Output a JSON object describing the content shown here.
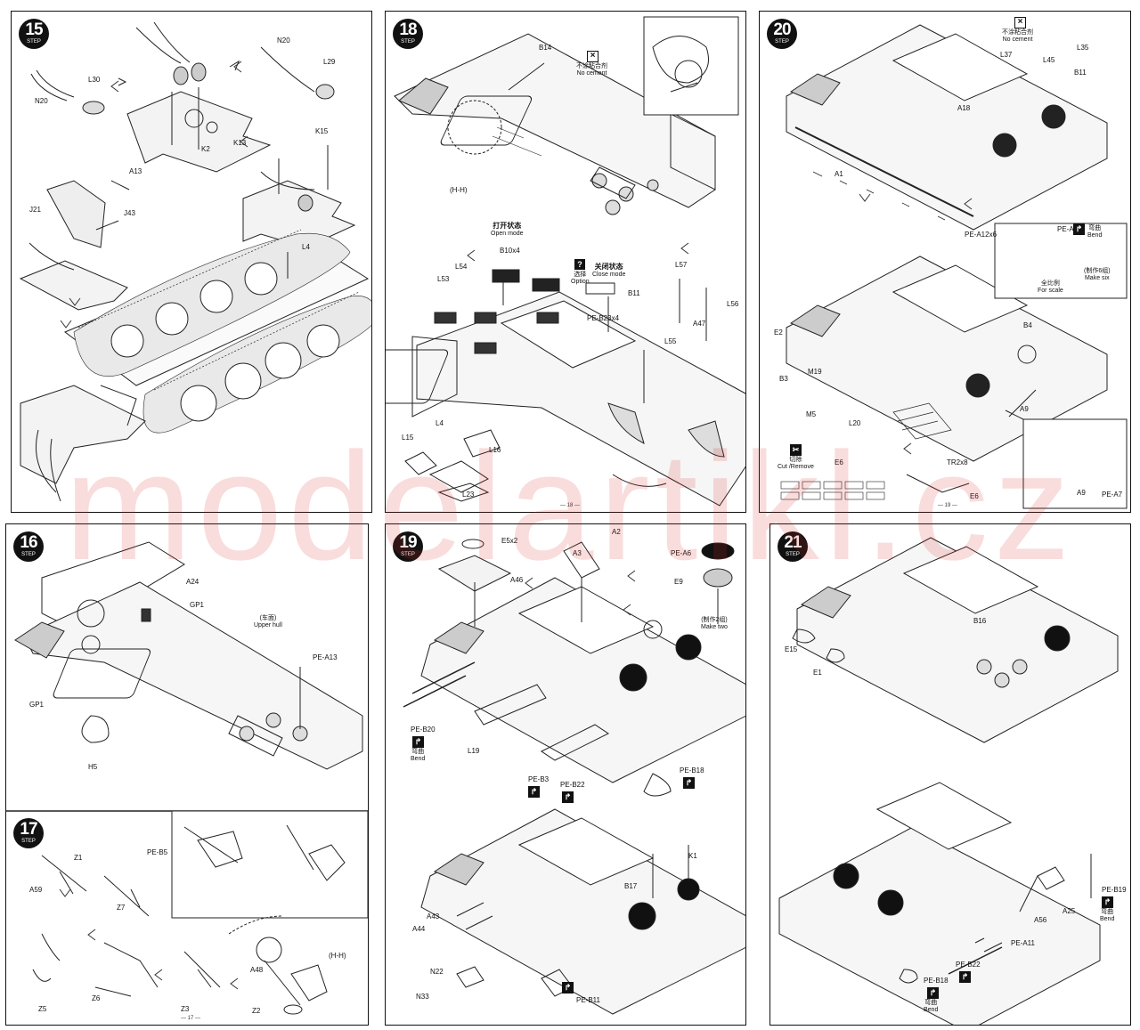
{
  "watermark": "modelartikl.cz",
  "steps": [
    {
      "num": "15",
      "label": "STEP"
    },
    {
      "num": "18",
      "label": "STEP"
    },
    {
      "num": "20",
      "label": "STEP"
    },
    {
      "num": "16",
      "label": "STEP"
    },
    {
      "num": "19",
      "label": "STEP"
    },
    {
      "num": "21",
      "label": "STEP"
    },
    {
      "num": "17",
      "label": "STEP"
    }
  ],
  "step15": {
    "parts": [
      "L30",
      "N20",
      "N20",
      "L29",
      "K2",
      "K13",
      "K15",
      "A13",
      "J21",
      "J43",
      "L4"
    ]
  },
  "step16": {
    "parts": [
      "A24",
      "GP1",
      "GP1",
      "PE-A13",
      "H5"
    ],
    "upper_hull_cn": "(车面)",
    "upper_hull_en": "Upper hull"
  },
  "step17": {
    "parts": [
      "A59",
      "Z1",
      "PE-B5",
      "Z7",
      "Z5",
      "Z6",
      "Z3",
      "A48",
      "Z2"
    ],
    "callout": "(H-H)"
  },
  "step18": {
    "parts": [
      "B14",
      "L54",
      "L53",
      "B11",
      "PE-B23x4",
      "L57",
      "A47",
      "L56",
      "L55",
      "L15",
      "L4",
      "L16",
      "L23"
    ],
    "no_cement_cn": "不涂粘合剂",
    "no_cement_en": "No cement",
    "hh": "(H-H)",
    "open_cn": "打开状态",
    "open_en": "Open mode",
    "b10x4": "B10x4",
    "option_cn": "选择",
    "option_en": "Option",
    "close_cn": "关闭状态",
    "close_en": "Close mode"
  },
  "step19": {
    "parts": [
      "E5x2",
      "A3",
      "A2",
      "PE-A6",
      "A46",
      "E9",
      "PE-B20",
      "L19",
      "PE-B3",
      "PE-B22",
      "PE-B18",
      "A43",
      "A44",
      "N22",
      "N33",
      "B17",
      "K1",
      "PE-B11"
    ],
    "make_two_cn": "(制作2组)",
    "make_two_en": "Make two",
    "bend_cn": "弯曲",
    "bend_en": "Bend"
  },
  "step20": {
    "parts": [
      "L37",
      "L35",
      "L45",
      "B11",
      "A18",
      "A1",
      "PE-A12x6",
      "PE-A12",
      "E2",
      "B3",
      "M19",
      "M5",
      "L20",
      "B4",
      "A9",
      "E6",
      "TR2x8",
      "E6",
      "A9",
      "PE-A7"
    ],
    "no_cement_cn": "不涂粘合剂",
    "no_cement_en": "No cement",
    "full_scale_cn": "全比例",
    "full_scale_en": "For scale",
    "make_six_cn": "(制作6组)",
    "make_six_en": "Make six",
    "bend_cn": "弯曲",
    "bend_en": "Bend",
    "cut_remove_cn": "切除",
    "cut_remove_en": "Cut /Remove"
  },
  "step21": {
    "parts": [
      "E15",
      "E1",
      "B16",
      "PE-B19",
      "A25",
      "A56",
      "PE-A11",
      "PE-B22",
      "PE-B18"
    ],
    "bend_cn": "弯曲",
    "bend_en": "Bend"
  },
  "page_numbers": [
    "— 17 —",
    "— 18 —",
    "— 19 —"
  ]
}
